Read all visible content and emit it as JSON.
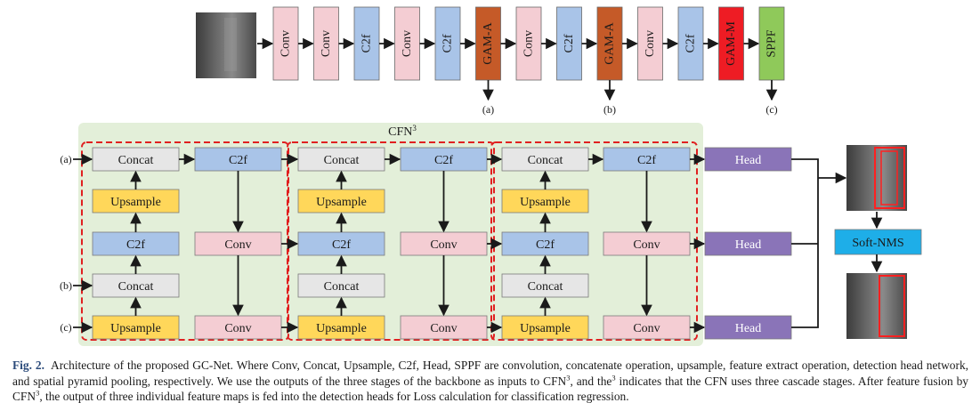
{
  "backbone": {
    "blocks": [
      "Conv",
      "Conv",
      "C2f",
      "Conv",
      "C2f",
      "GAM-A",
      "Conv",
      "C2f",
      "GAM-A",
      "Conv",
      "C2f",
      "GAM-M",
      "SPPF"
    ],
    "outputs": [
      "(a)",
      "(b)",
      "(c)"
    ]
  },
  "neck": {
    "title_base": "CFN",
    "title_sup": "3",
    "input_labels": [
      "(a)",
      "(b)",
      "(c)"
    ],
    "labels": {
      "concat": "Concat",
      "c2f": "C2f",
      "upsample": "Upsample",
      "conv": "Conv",
      "head": "Head",
      "soft_nms": "Soft-NMS"
    }
  },
  "caption": {
    "label": "Fig. 2.",
    "parts": [
      "Architecture of the proposed GC-Net. Where Conv, Concat, Upsample, C2f, Head, SPPF are convolution, concatenate operation, upsample, feature extract operation, detection head network, and spatial pyramid pooling, respectively. We use the outputs of the three stages of the backbone as inputs to CFN",
      "3",
      ", and the",
      "3",
      " indicates that the CFN uses three cascade stages. After feature fusion by CFN",
      "3",
      ", the output of three individual feature maps is fed into the detection heads for Loss calculation for classification regression."
    ]
  },
  "colors": {
    "conv": "#f4cdd3",
    "c2f": "#a9c4e8",
    "gam_a": "#c55a28",
    "gam_m": "#ee1c24",
    "sppf": "#8fc95a",
    "concat": "#e6e6e6",
    "upsample": "#ffd75a",
    "head": "#8a74b8",
    "soft_nms": "#1eaee8",
    "cfn_bg": "#e3efd9",
    "stage_border": "#e02020",
    "detection": "#ff2020",
    "arrow": "#1a1a1a"
  }
}
